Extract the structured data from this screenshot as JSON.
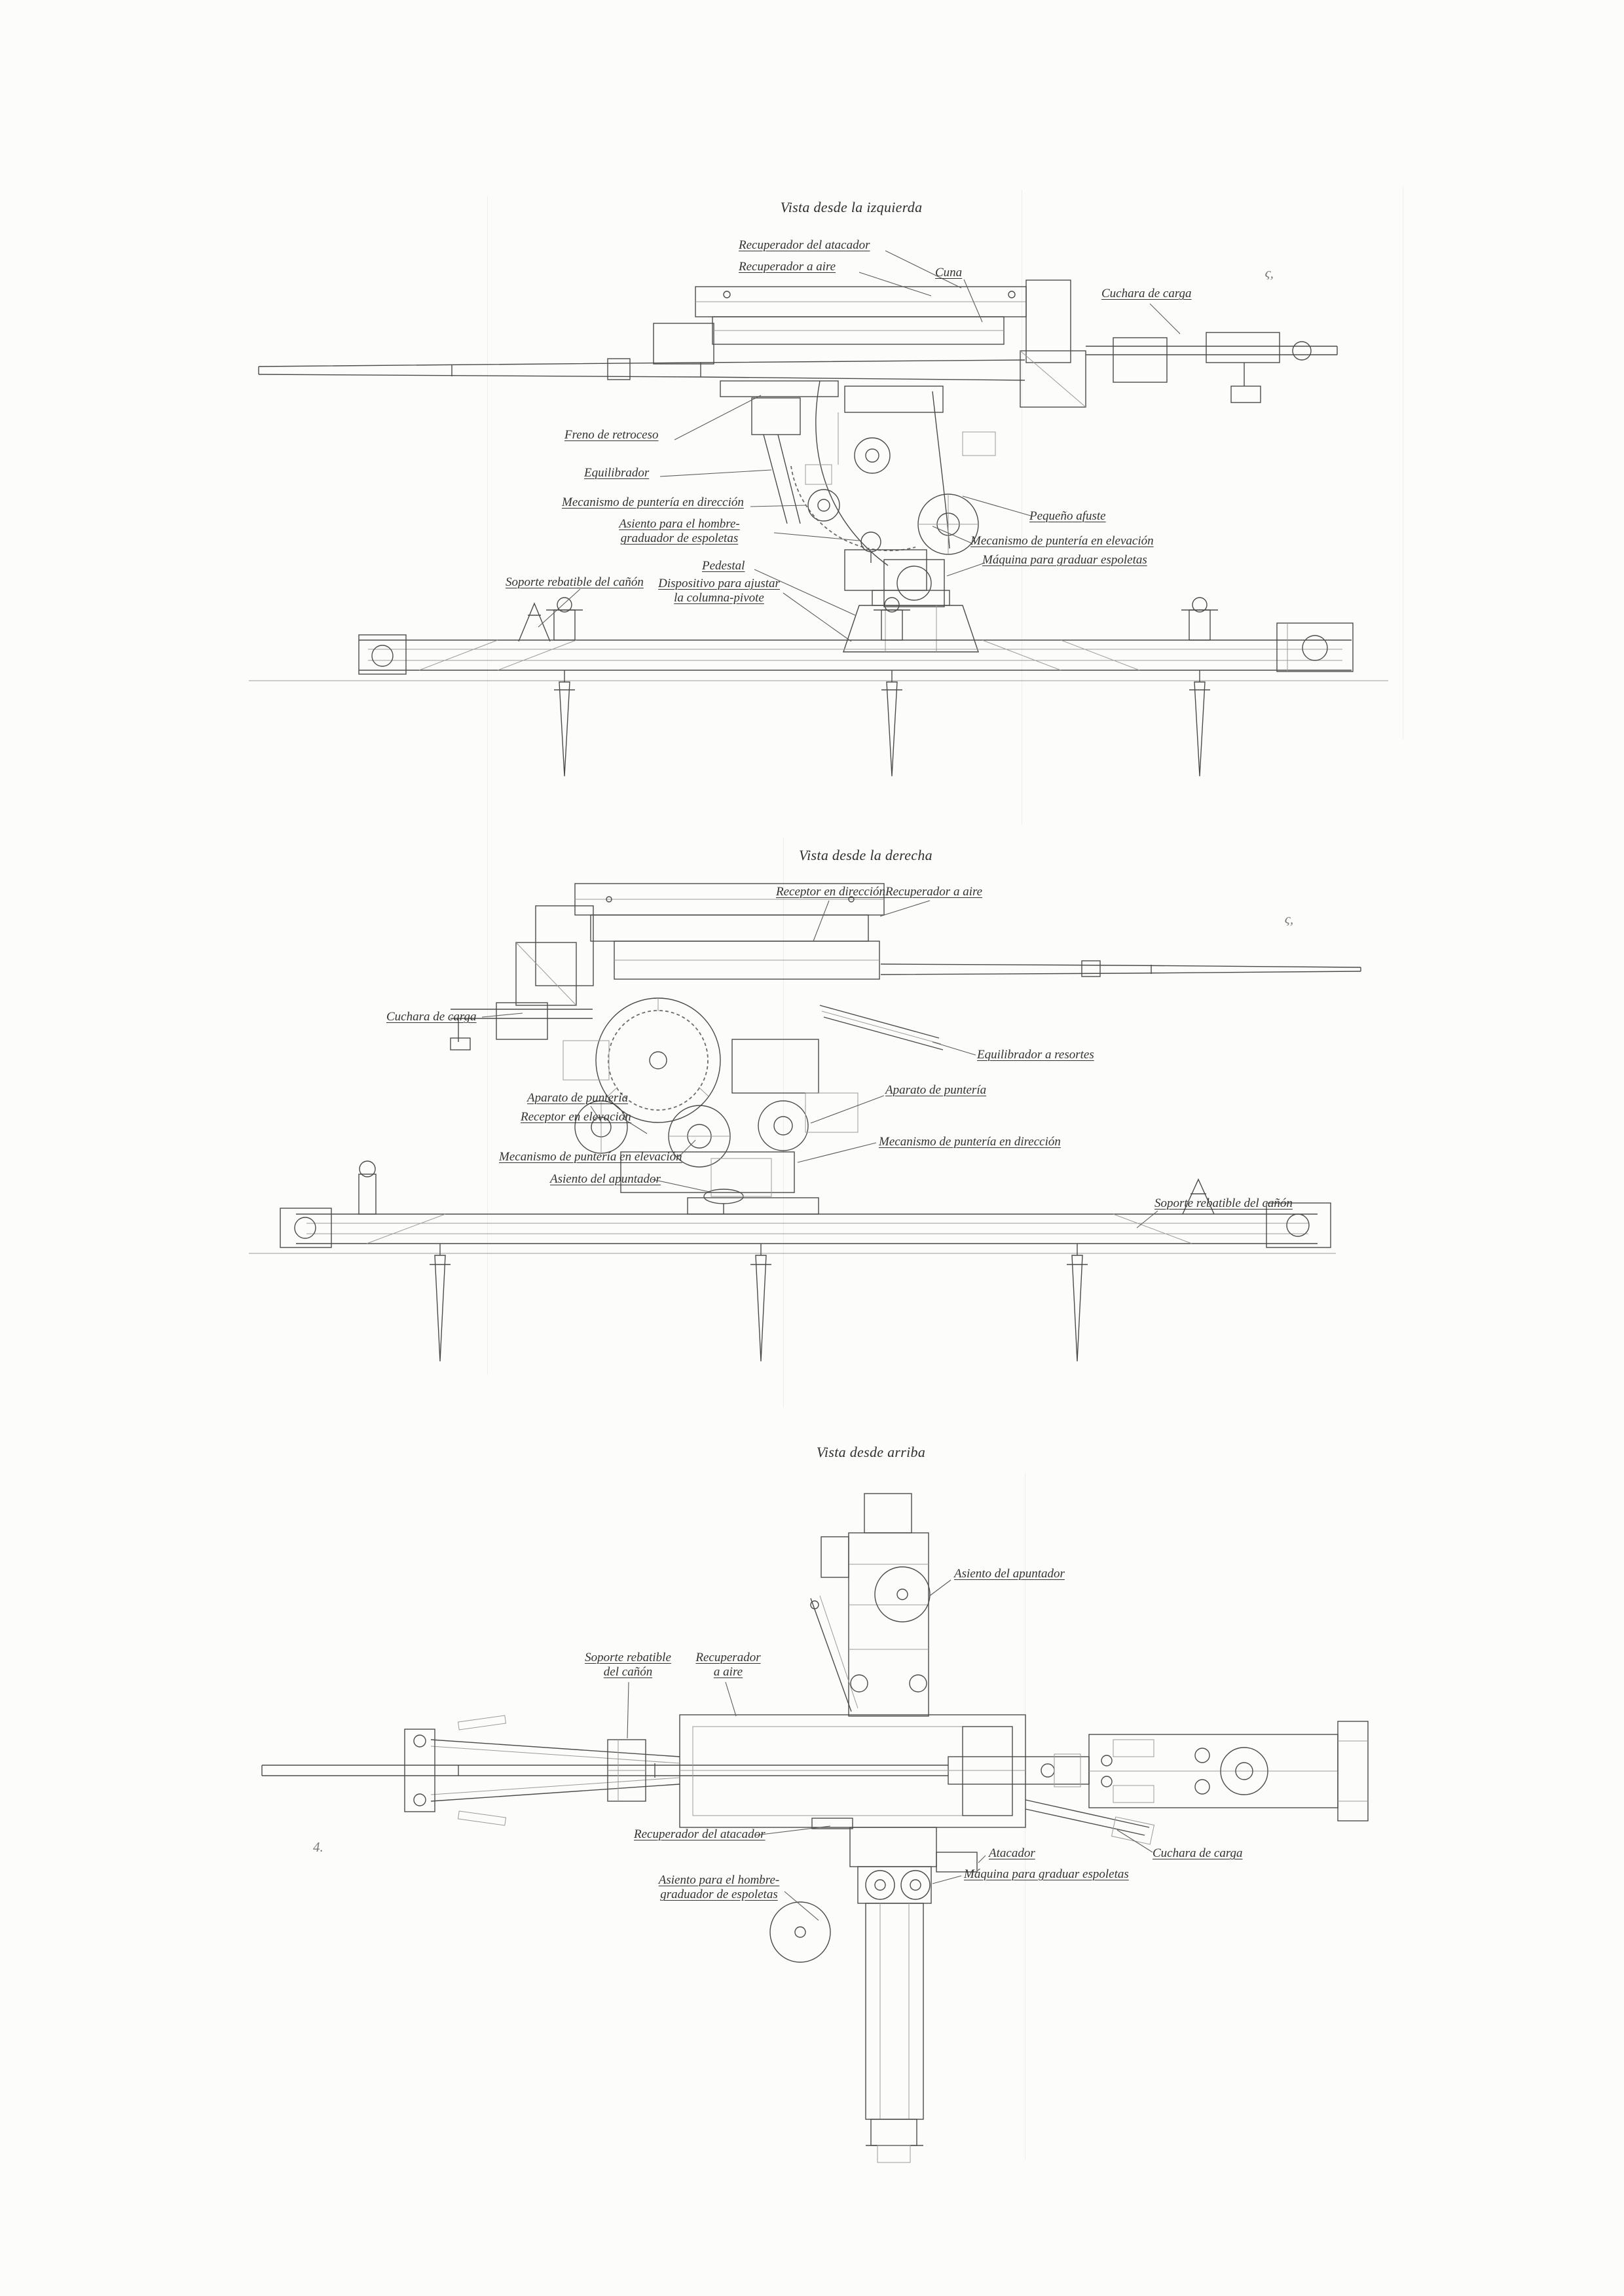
{
  "views": [
    {
      "title": "Vista desde la izquierda",
      "labels": [
        "Recuperador del atacador",
        "Recuperador a aire",
        "Cuna",
        "Cuchara de carga",
        "Freno de retroceso",
        "Equilibrador",
        "Mecanismo de puntería en dirección",
        "Asiento para el hombre-\ngraduador  de espoletas",
        "Pequeño afuste",
        "Mecanismo de puntería en elevación",
        "Máquina para graduar espoletas",
        "Pedestal",
        "Dispositivo para ajustar\nla columna-pivote",
        "Soporte rebatible del cañón"
      ]
    },
    {
      "title": "Vista desde la derecha",
      "labels": [
        "Receptor en dirección",
        "Recuperador a aire",
        "Cuchara de carga",
        "Equilibrador a resortes",
        "Aparato de puntería",
        "Aparato de puntería",
        "Receptor en elevación",
        "Mecanismo de puntería en elevación",
        "Mecanismo de puntería en dirección",
        "Asiento del apuntador",
        "Soporte rebatible del cañón"
      ]
    },
    {
      "title": "Vista desde arriba",
      "labels": [
        "Asiento del apuntador",
        "Soporte rebatible\ndel cañón",
        "Recuperador\na aire",
        "Recuperador del atacador",
        "Atacador",
        "Máquina para graduar espoletas",
        "Cuchara de carga",
        "Asiento para el hombre-\ngraduador  de espoletas"
      ]
    }
  ],
  "pencil_marks": [
    "ς,",
    "ς,",
    "4."
  ]
}
